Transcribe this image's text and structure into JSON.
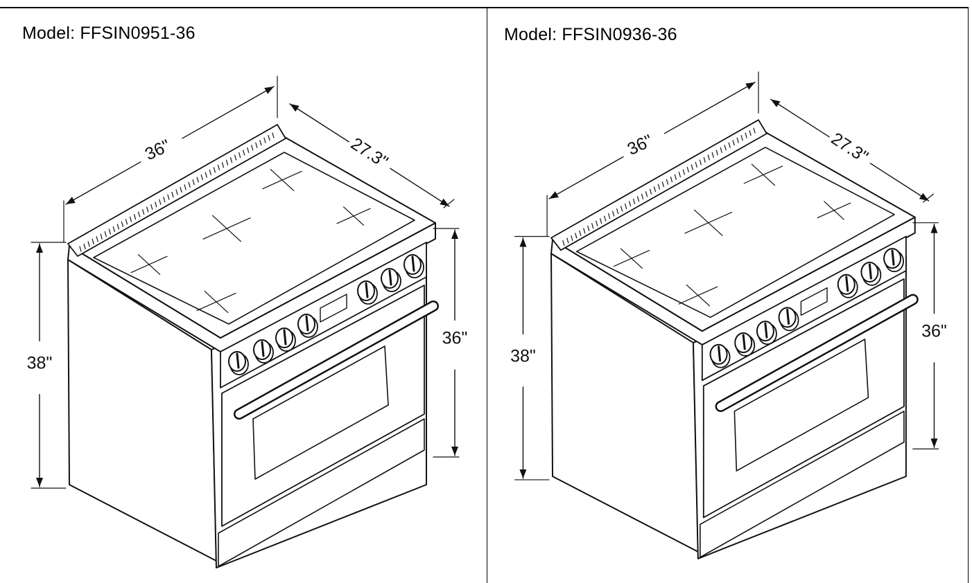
{
  "panels": [
    {
      "model_label": "Model: FFSIN0951-36",
      "dimensions": {
        "width": "36\"",
        "depth": "27.3\"",
        "cooktop_height": "36\"",
        "total_height": "38\""
      },
      "burners": 5
    },
    {
      "model_label": "Model: FFSIN0936-36",
      "dimensions": {
        "width": "36\"",
        "depth": "27.3\"",
        "cooktop_height": "36\"",
        "total_height": "38\""
      },
      "burners": 5
    }
  ],
  "colors": {
    "line": "#111111",
    "background": "#ffffff"
  }
}
